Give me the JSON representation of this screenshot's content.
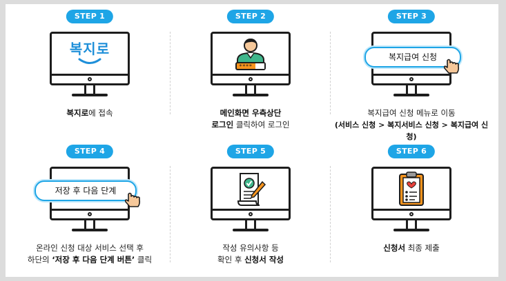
{
  "steps": [
    {
      "badge": "STEP 1",
      "logo": "복지로",
      "caption": {
        "line1_bold": "복지로",
        "line1_rest": "에 접속"
      }
    },
    {
      "badge": "STEP 2",
      "caption": {
        "line1_bold": "메인화면 우측상단",
        "line2_bold": "로그인",
        "line2_rest": " 클릭하여 로그인"
      }
    },
    {
      "badge": "STEP 3",
      "pill": "복지급여 신청",
      "caption": {
        "line1": "복지급여 신청 메뉴로 이동",
        "line2_bold": "(서비스 신청 > 복지서비스 신청 > 복지급여 신청)"
      }
    },
    {
      "badge": "STEP 4",
      "pill": "저장 후  다음 단계",
      "caption": {
        "line1": "온라인 신청 대상 서비스 선택 후",
        "line2_pre": "하단의 ",
        "line2_bold": "‘저장 후 다음 단계 버튼’",
        "line2_rest": " 클릭"
      }
    },
    {
      "badge": "STEP 5",
      "caption": {
        "line1": "작성 유의사항 등",
        "line2_pre": "확인 후 ",
        "line2_bold": "신청서 작성"
      }
    },
    {
      "badge": "STEP 6",
      "caption": {
        "line1_bold": "신청서",
        "line1_rest": " 최종 제출"
      }
    }
  ],
  "colors": {
    "accent": "#1ea5e6",
    "badge_text": "#ffffff",
    "skin": "#f6c89a",
    "green": "#3fb68b",
    "orange": "#f7941d",
    "red": "#e8413b"
  },
  "icons": [
    "welfare-logo",
    "user-login-icon",
    "hand-pointer-icon",
    "document-pen-icon",
    "clipboard-checklist-icon"
  ]
}
